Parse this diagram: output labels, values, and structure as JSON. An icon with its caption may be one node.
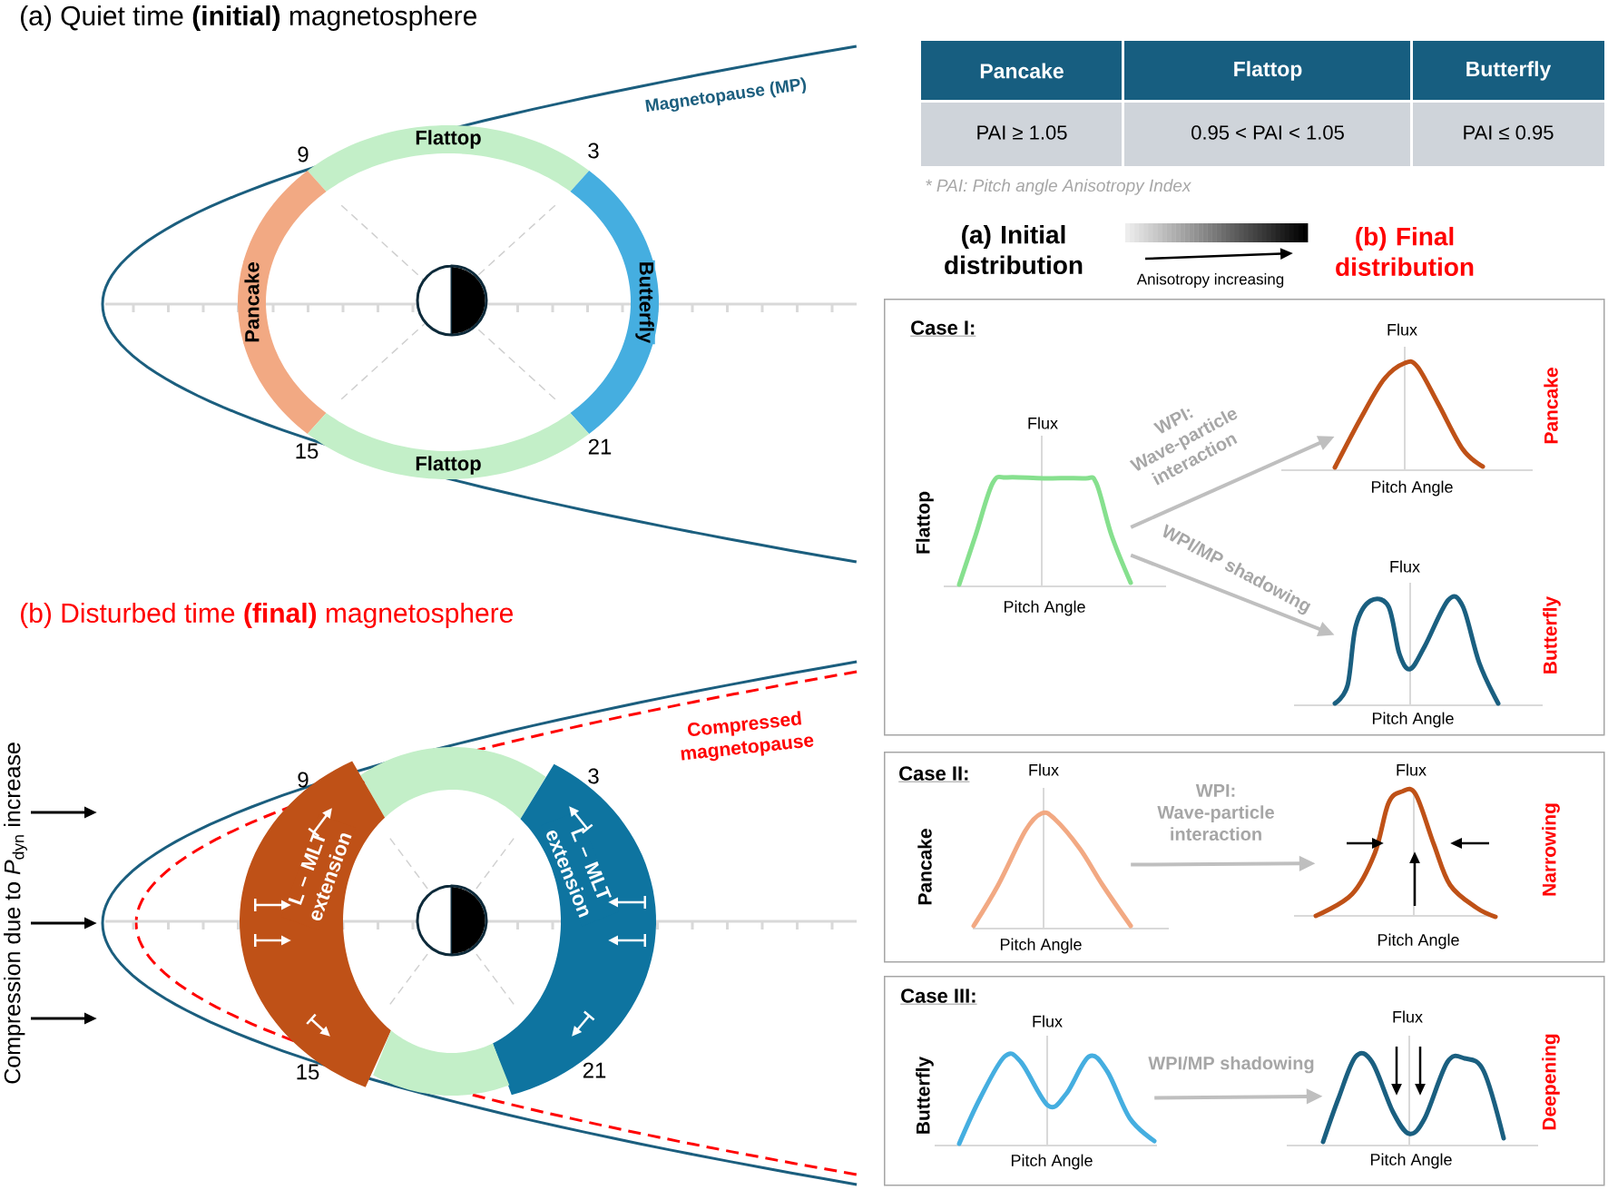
{
  "diagram": {
    "nodes": [
      {
        "text": [
          "Flattop"
        ]
      },
      {
        "text": [
          "Pancake"
        ]
      },
      {
        "text": [
          "Butterfly"
        ]
      },
      {
        "text": [
          "Flattop"
        ]
      },
      {
        "text": [],
        "shape": "band"
      },
      {
        "text": [
          "L – MLT extension"
        ]
      },
      {
        "text": [
          "L – MLT extension"
        ]
      },
      {
        "text": [],
        "shape": "band"
      },
      {
        "text": [
          "Case I:"
        ]
      },
      {
        "text": [
          "Flux",
          "Pitch Angle"
        ],
        "in": 8,
        "beside": [
          "Flattop"
        ]
      },
      {
        "text": [
          "Flux",
          "Pitch Angle"
        ],
        "in": 8,
        "beside": [
          "Pancake"
        ]
      },
      {
        "text": [
          "Flux",
          "Pitch Angle"
        ],
        "in": 8,
        "beside": [
          "Butterfly"
        ]
      },
      {
        "text": [
          "Case II:"
        ]
      },
      {
        "text": [
          "Flux",
          "Pitch Angle"
        ],
        "in": 12,
        "beside": [
          "Pancake"
        ]
      },
      {
        "text": [
          "Flux",
          "Pitch Angle"
        ],
        "in": 12,
        "beside": [
          "Narrowing"
        ]
      },
      {
        "text": [
          "Case III:"
        ]
      },
      {
        "text": [
          "Flux",
          "Pitch Angle"
        ],
        "in": 15,
        "beside": [
          "Butterfly"
        ]
      },
      {
        "text": [
          "Flux",
          "Pitch Angle"
        ],
        "in": 15,
        "beside": [
          "Deepening"
        ]
      }
    ],
    "edges": [
      {
        "from": 9,
        "to": 10,
        "arrow": "to",
        "label": "WPI: Wave-particle interaction"
      },
      {
        "from": 9,
        "to": 11,
        "arrow": "to",
        "label": "WPI/MP shadowing"
      },
      {
        "from": 13,
        "to": 14,
        "arrow": "to",
        "label": "WPI: Wave-particle interaction"
      },
      {
        "from": 16,
        "to": 17,
        "arrow": "to",
        "label": "WPI/MP shadowing"
      }
    ],
    "labels": [
      "(a) Quiet time **(initial)** magnetosphere",
      "Magnetopause (MP)",
      "9",
      "3",
      "15",
      "21",
      "(b) Disturbed time **(final)** magnetosphere",
      "Compressed magnetopause",
      "Compression due to *P*$_{dyn}$ increase",
      "9",
      "3",
      "15",
      "21",
      "Pancake",
      "Flattop",
      "Butterfly",
      "PAI ≥ 1.05",
      "0.95 < PAI < 1.05",
      "PAI ≤ 0.95",
      "* PAI: Pitch angle Anisotropy Index",
      "(a) Initial distribution",
      "Anisotropy increasing",
      "(b) Final distribution"
    ]
  }
}
